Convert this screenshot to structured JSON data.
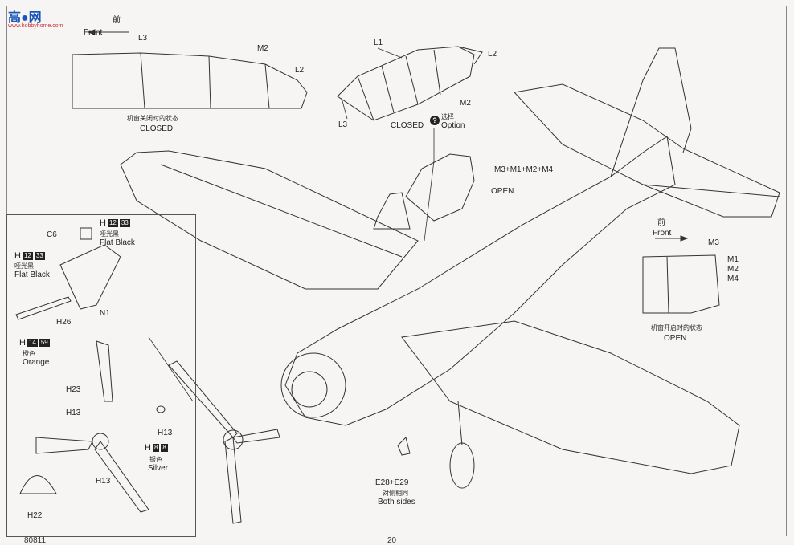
{
  "logo": {
    "text": "高●网",
    "sub": "www.hobbyhome.com"
  },
  "closed_top": {
    "front_cn": "前",
    "front": "Front",
    "l3": "L3",
    "m2": "M2",
    "l2": "L2",
    "state_cn": "机窗关闭时的状态",
    "state": "CLOSED"
  },
  "canopy_detail": {
    "l1": "L1",
    "l2": "L2",
    "m2": "M2",
    "l3": "L3",
    "closed": "CLOSED",
    "option_cn": "选择",
    "option": "Option"
  },
  "open_detail": {
    "combo": "M3+M1+M2+M4",
    "open": "OPEN"
  },
  "open_side": {
    "front_cn": "前",
    "front": "Front",
    "m3": "M3",
    "m1": "M1",
    "m2": "M2",
    "m4": "M4",
    "state_cn": "机窗开启时的状态",
    "state": "OPEN"
  },
  "inset": {
    "c6": "C6",
    "h_top": "H",
    "code_top": "12",
    "code_top2": "33",
    "color_cn_top": "哑光黑",
    "color_top": "Flat Black",
    "h_left": "H",
    "code_left": "12",
    "code_left2": "33",
    "color_cn_left": "哑光黑",
    "color_left": "Flat Black",
    "h26": "H26",
    "n1": "N1",
    "h_orange": "H",
    "code_orange": "14",
    "code_orange2": "59",
    "color_cn_orange": "橙色",
    "color_orange": "Orange"
  },
  "prop": {
    "h23": "H23",
    "h13a": "H13",
    "h13b": "H13",
    "h13c": "H13",
    "h22": "H22",
    "h_silver": "H",
    "code_silver": "8",
    "code_silver2": "8",
    "color_cn_silver": "银色",
    "color_silver": "Silver"
  },
  "wheel": {
    "parts": "E28+E29",
    "sides_cn": "对侧相同",
    "sides": "Both sides"
  },
  "footer": {
    "left": "80811",
    "right": "20"
  }
}
